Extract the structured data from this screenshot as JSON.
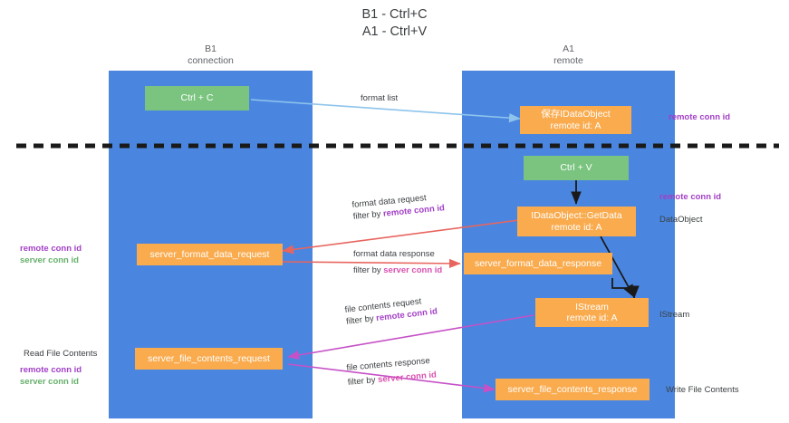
{
  "title": "B1 - Ctrl+C\nA1 - Ctrl+V",
  "lanes": [
    {
      "name": "B1",
      "subtitle": "connection",
      "header": "B1\nconnection",
      "color": "#4a86e0"
    },
    {
      "name": "A1",
      "subtitle": "remote",
      "header": "A1\nremote",
      "color": "#4a86e0"
    }
  ],
  "boxes": {
    "ctrl_c": "Ctrl + C",
    "ctrl_v": "Ctrl + V",
    "data_object_remote": "保存IDataObject\nremote id: A",
    "getdata": "IDataObject::GetData\nremote id: A",
    "server_format_data_request": "server_format_data_request",
    "server_format_data_response": "server_format_data_response",
    "istream": "IStream\nremote id: A",
    "server_file_contents_request": "server_file_contents_request",
    "server_file_contents_response": "server_file_contents_response"
  },
  "edges": {
    "format_list": "format list",
    "format_data_request": "format data request",
    "format_data_request_filter_prefix": "filter by ",
    "format_data_request_filter_key": "remote conn id",
    "format_data_response": "format data response",
    "format_data_response_filter_prefix": "filter by ",
    "format_data_response_filter_key": "server conn id",
    "file_contents_request": "file contents request",
    "file_contents_request_filter_prefix": "filter by ",
    "file_contents_request_filter_key": "remote conn id",
    "file_contents_response": "file contents response",
    "file_contents_response_filter_prefix": "filter by ",
    "file_contents_response_filter_key": "server conn id"
  },
  "annotations": {
    "right_remote_conn_id_top": "remote conn id",
    "right_remote_conn_id_mid": "remote conn id",
    "right_dataobject": "DataObject",
    "right_istream": "IStream",
    "right_write_file_contents": "Write File Contents",
    "left_remote_conn_id": "remote conn id",
    "left_server_conn_id": "server conn id",
    "left_read_file_contents": "Read File Contents",
    "left_remote_conn_id_2": "remote conn id",
    "left_server_conn_id_2": "server conn id"
  },
  "colors": {
    "lane": "#4a86e0",
    "green_box": "#7ac47f",
    "orange_box": "#f9ab4e",
    "arrow_blue": "#8ec4ec",
    "arrow_red": "#e8655f",
    "arrow_magenta": "#c651c6",
    "arrow_black": "#1a1a1a",
    "divider": "#1a1a1a",
    "purple_text": "#a23fc6",
    "green_text": "#67b06c",
    "pink_text": "#d94fb0"
  }
}
